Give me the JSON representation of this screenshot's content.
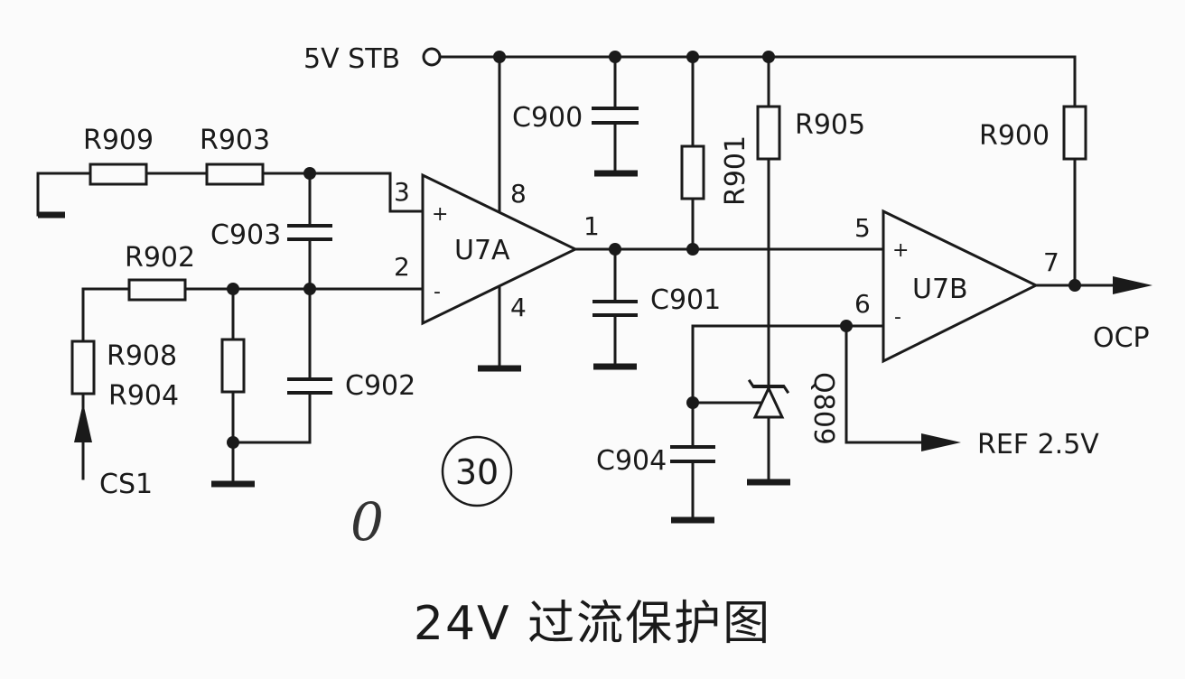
{
  "caption": "24V 过流保护图",
  "stamp": "30",
  "handwritten": "0",
  "labels": {
    "supply": "5V STB",
    "ocp": "OCP",
    "ref": "REF 2.5V",
    "cs1": "CS1",
    "u7a": "U7A",
    "u7b": "U7B",
    "r909": "R909",
    "r903": "R903",
    "r902": "R902",
    "r908": "R908",
    "r904": "R904",
    "r901": "R901",
    "r905": "R905",
    "r900": "R900",
    "c900": "C900",
    "c901": "C901",
    "c902": "C902",
    "c903": "C903",
    "c904": "C904",
    "q809": "Q809"
  },
  "pins": {
    "p1": "1",
    "p2": "2",
    "p3": "3",
    "p4": "4",
    "p5": "5",
    "p6": "6",
    "p7": "7",
    "p8": "8"
  },
  "signs": {
    "plus": "+",
    "minus": "-"
  }
}
